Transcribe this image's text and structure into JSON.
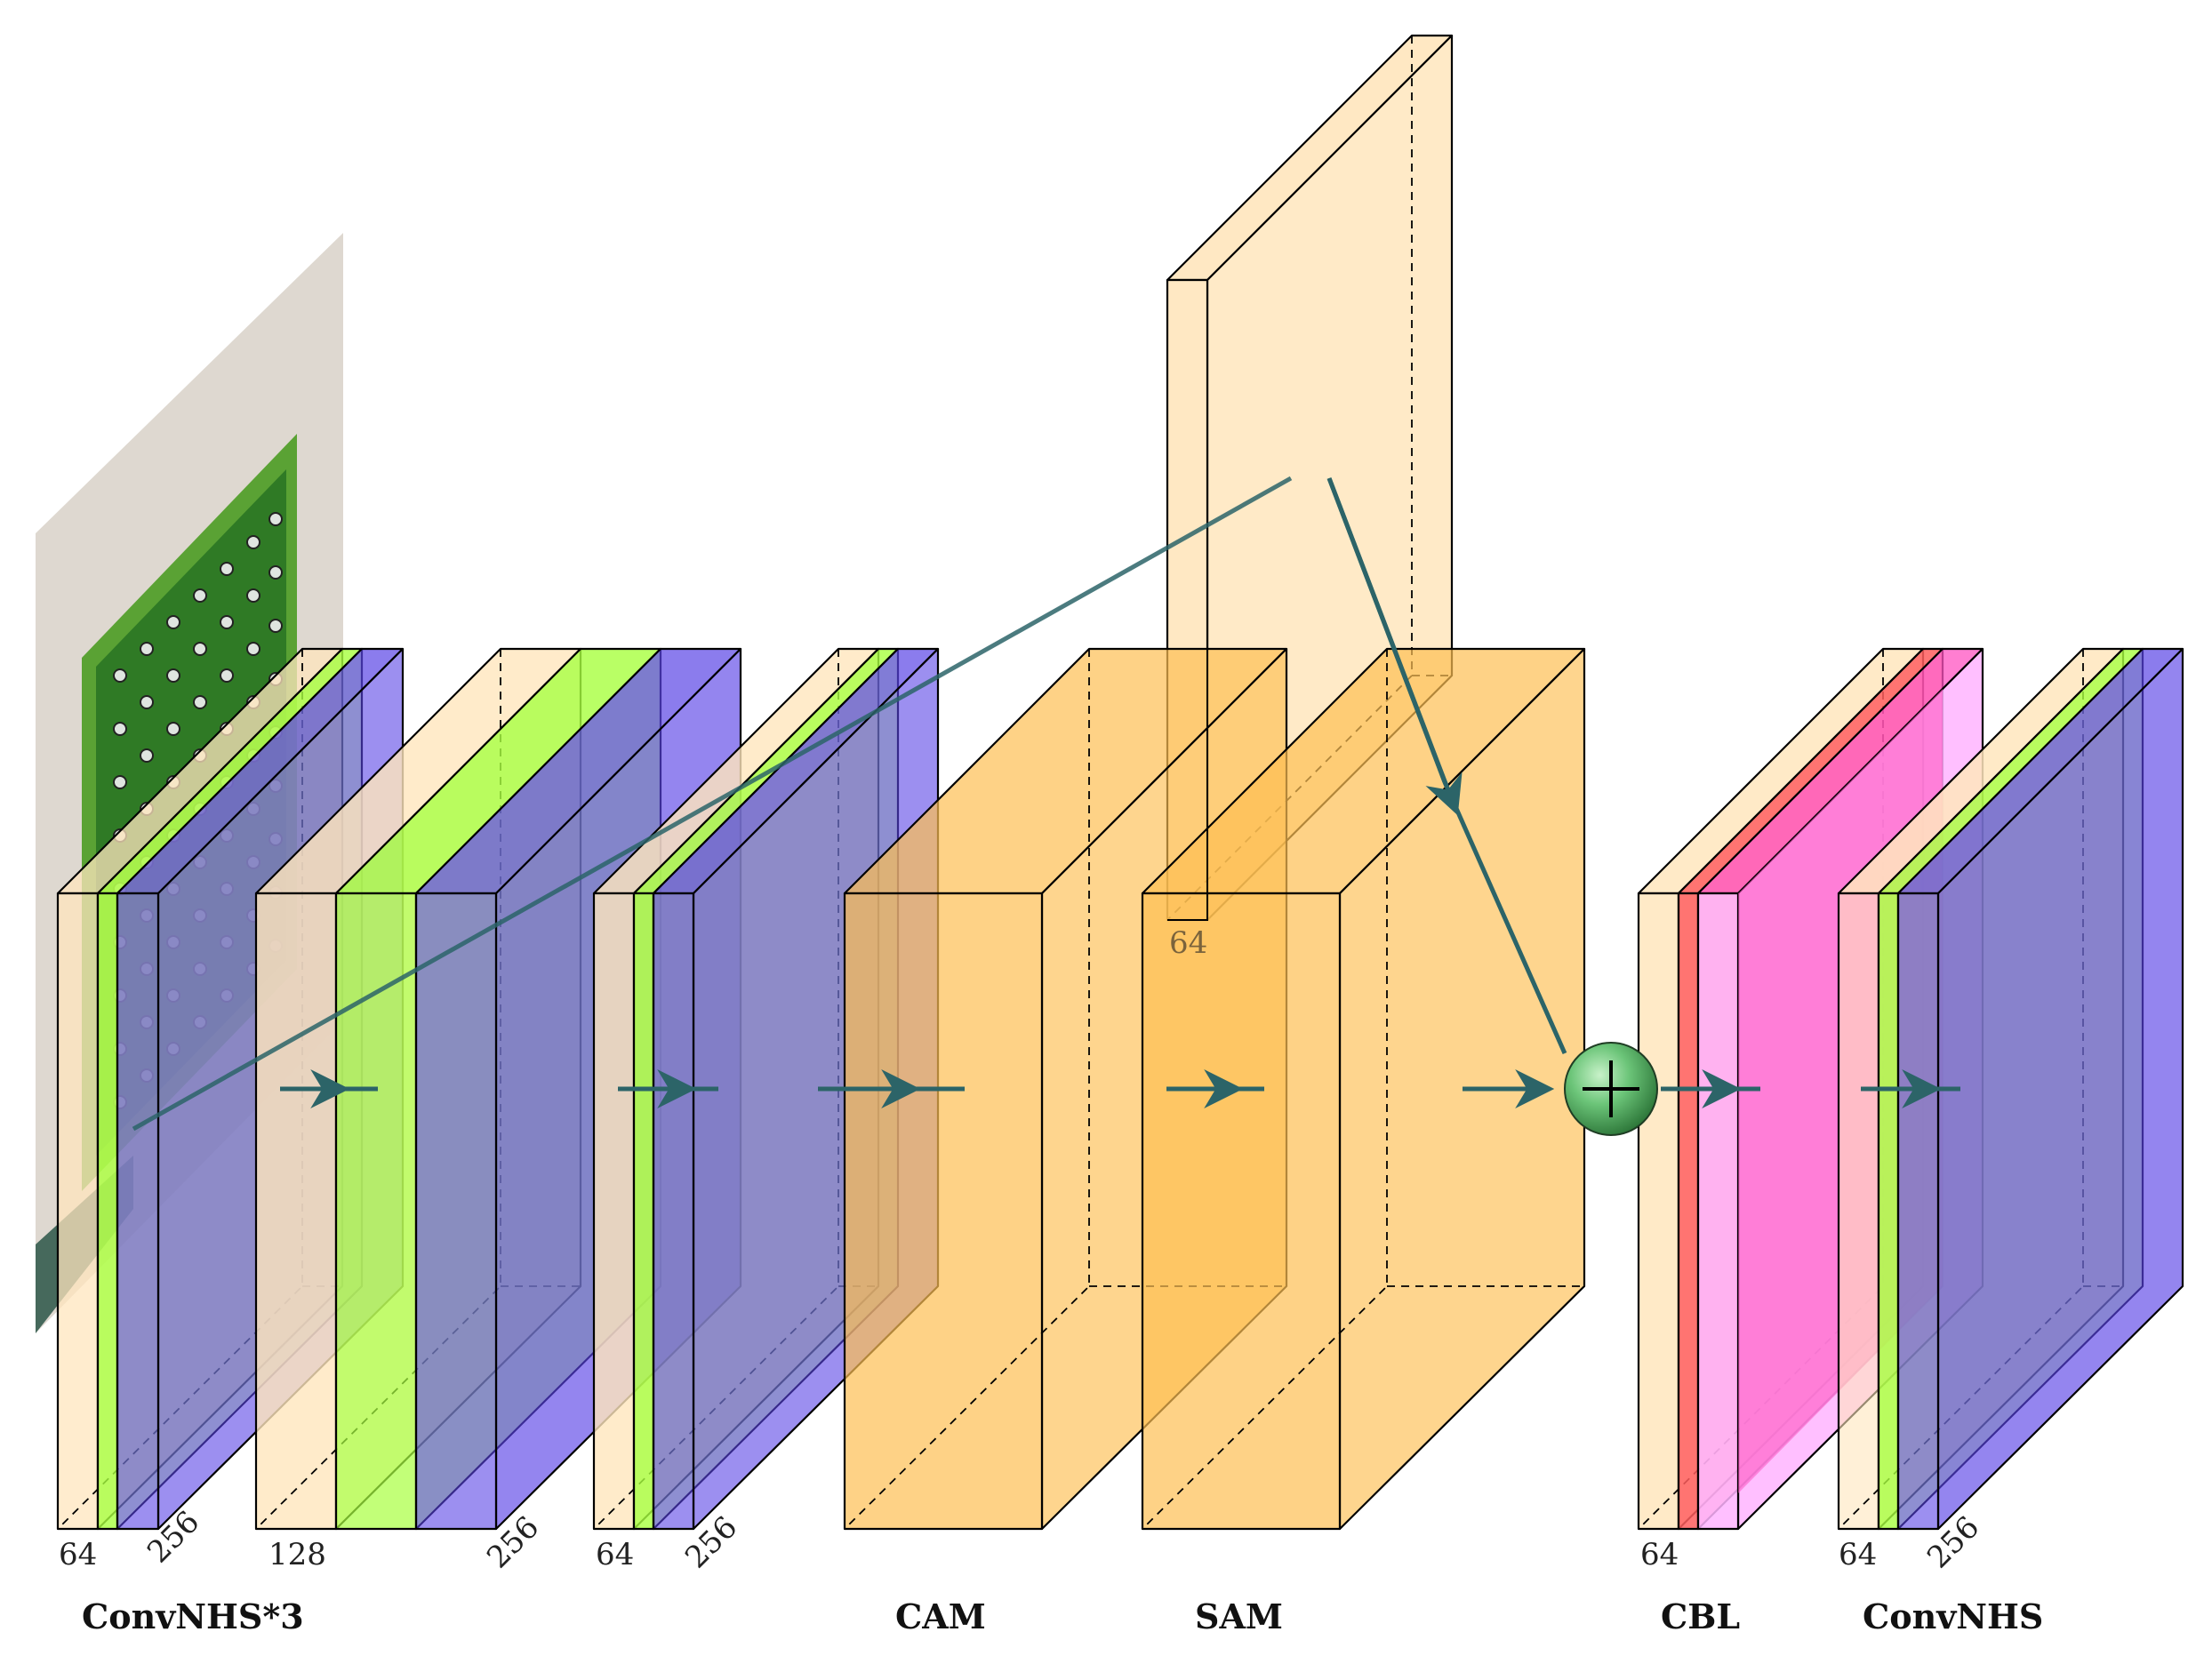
{
  "colors": {
    "conv": "#ffe6bd",
    "norm": "#a8ff3e",
    "act": "#5a44e6",
    "att": "#fdbf52",
    "relu": "#ff5e5e",
    "cbl_act": "#ff53c2",
    "cbl_light": "#ffb4ff",
    "connection": "#2c6468",
    "sum": "#3b9b4e"
  },
  "labels": {
    "b1_64": "64",
    "b1_256": "256",
    "b2_128": "128",
    "b2_256": "256",
    "b3_64": "64",
    "b3_256": "256",
    "top_64": "64",
    "cbl_64": "64",
    "cn_64": "64",
    "cn_256": "256"
  },
  "captions": {
    "convnhs3": "ConvNHS*3",
    "cam": "CAM",
    "sam": "SAM",
    "cbl": "CBL",
    "convnhs": "ConvNHS"
  },
  "icons": {
    "input": "pcb-board-photo",
    "sum": "plus-sum-icon"
  }
}
